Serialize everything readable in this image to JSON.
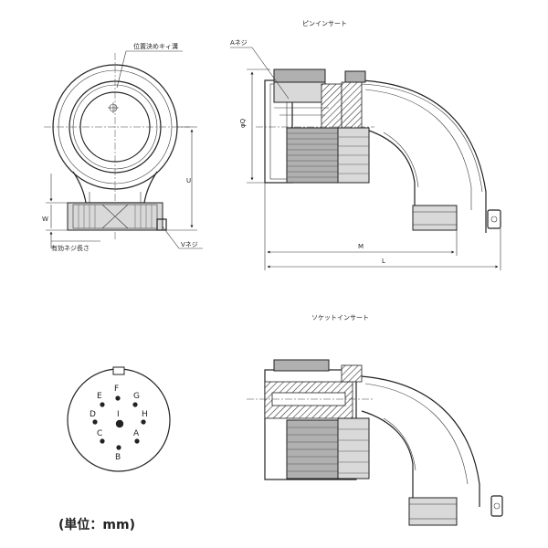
{
  "titles": {
    "pin_insert": "ピンインサート",
    "socket_insert": "ソケットインサート"
  },
  "labels": {
    "key_groove": "位置決めキィ溝",
    "a_thread": "Aネジ",
    "phi_q": "φQ",
    "u": "U",
    "w": "W",
    "v_thread": "Vネジ",
    "effective_thread_length": "有効ネジ長さ",
    "m": "M",
    "l": "L"
  },
  "pins": [
    {
      "letter": "F",
      "id": "f"
    },
    {
      "letter": "E",
      "id": "e"
    },
    {
      "letter": "G",
      "id": "g"
    },
    {
      "letter": "D",
      "id": "d"
    },
    {
      "letter": "I",
      "id": "i"
    },
    {
      "letter": "H",
      "id": "h"
    },
    {
      "letter": "C",
      "id": "c"
    },
    {
      "letter": "A",
      "id": "a"
    },
    {
      "letter": "B",
      "id": "b"
    }
  ],
  "unit_note": "(単位：mm)"
}
